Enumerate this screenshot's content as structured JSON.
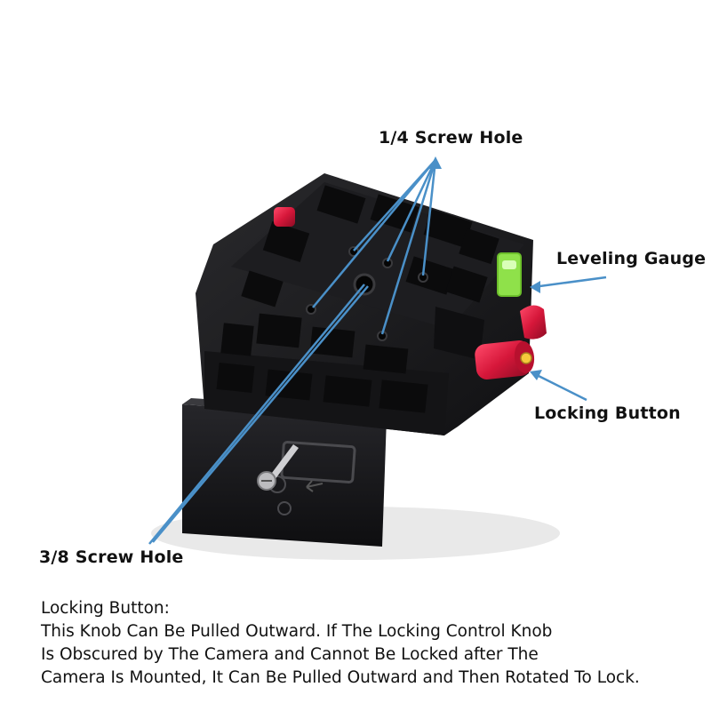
{
  "callouts": {
    "quarter_screw_hole": "1/4 Screw Hole",
    "leveling_gauge": "Leveling Gauge",
    "locking_button": "Locking Button",
    "three_eighths_screw_hole": "3/8 Screw Hole"
  },
  "description": {
    "heading": "Locking Button:",
    "lines": [
      "This Knob Can Be Pulled Outward. If The Locking Control Knob",
      "Is Obscured by The Camera and Cannot Be Locked after The",
      "Camera Is Mounted, It Can Be Pulled Outward and Then Rotated To Lock."
    ]
  },
  "colors": {
    "body": "#1b1b1d",
    "knob_accent": "#d6173a",
    "leader_line": "#4a90c8",
    "bubble_level": "#8fe14a"
  },
  "icons": {
    "spring_clip": "sliding-plate-clip-icon",
    "arrow_marking": "slide-arrow-icon"
  }
}
